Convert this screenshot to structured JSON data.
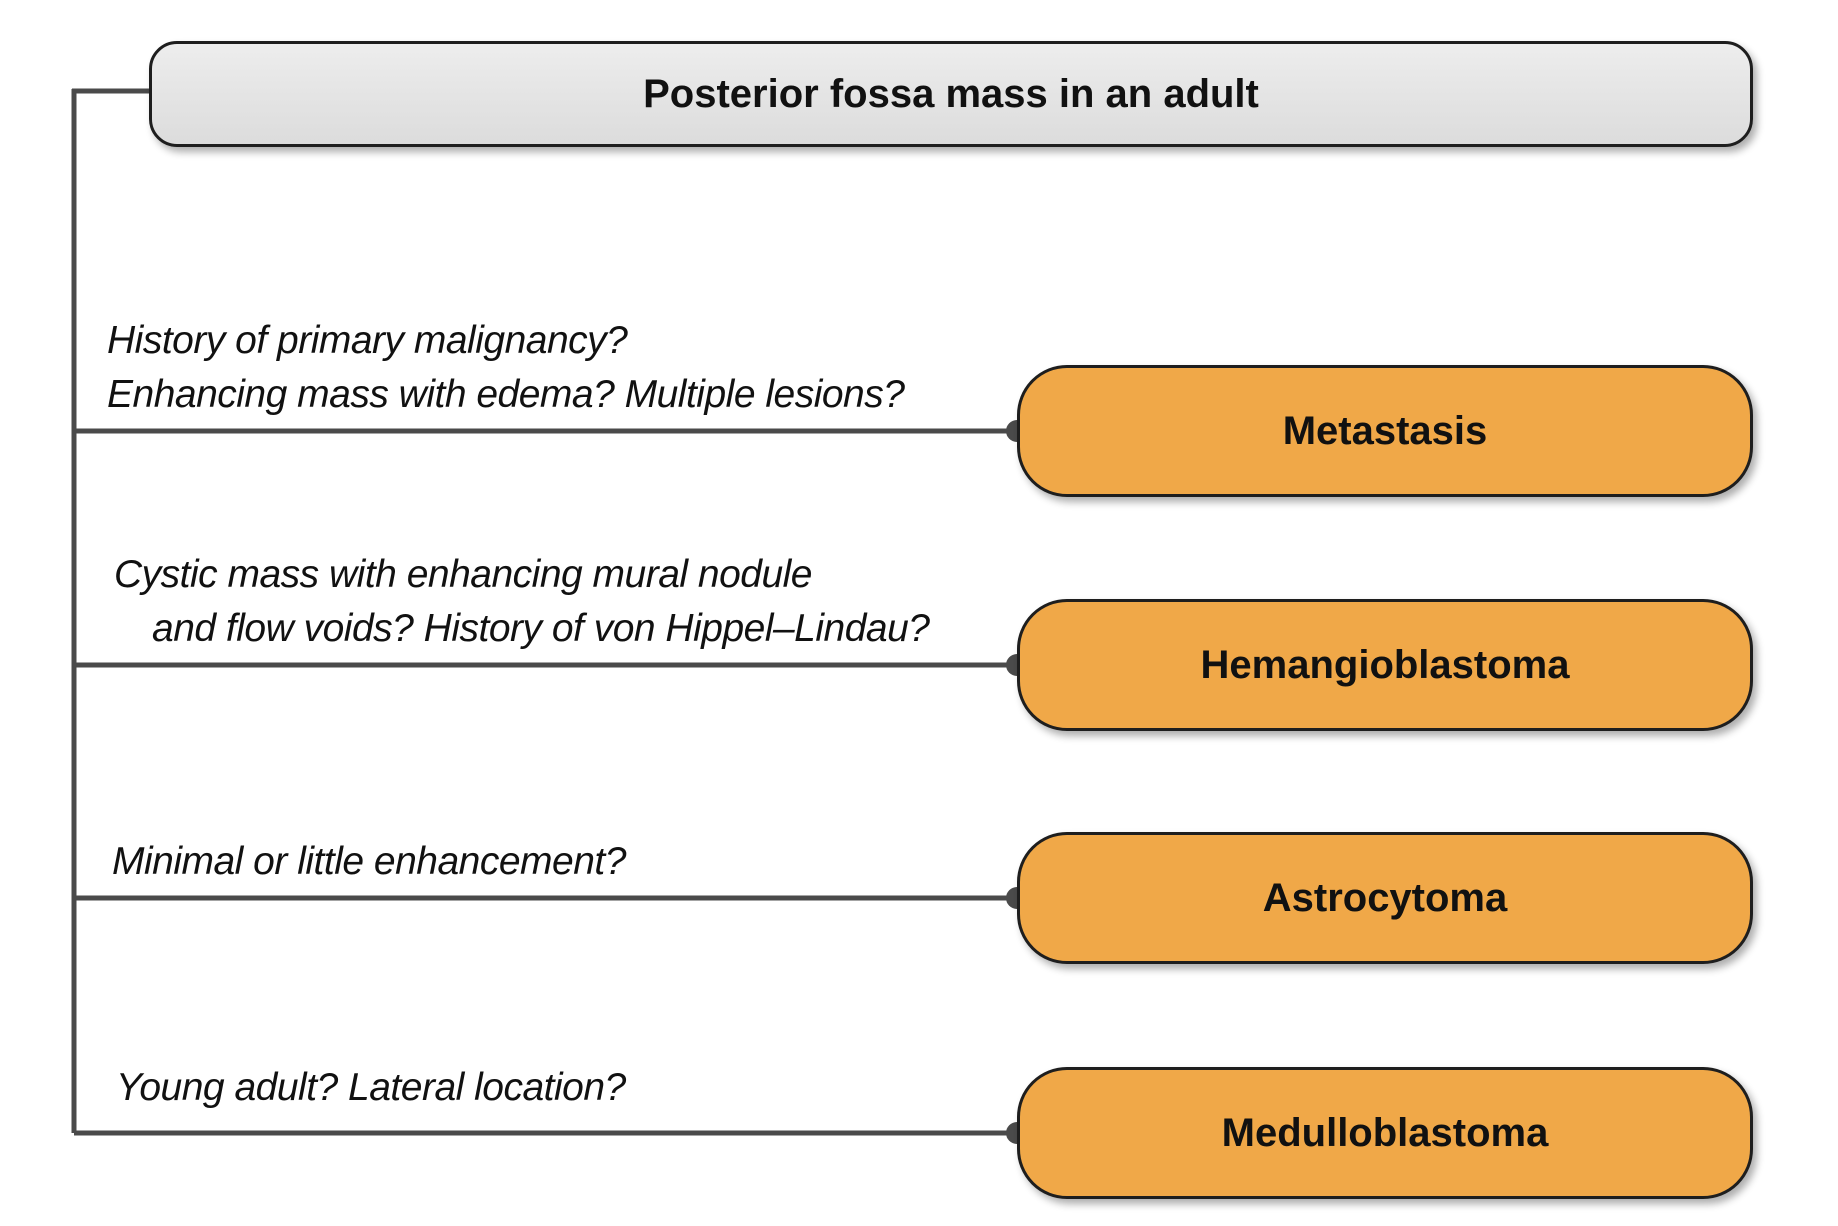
{
  "root": {
    "label": "Posterior fossa mass in an adult"
  },
  "branches": [
    {
      "question_lines": [
        "History of primary malignancy?",
        "Enhancing mass with edema? Multiple lesions?"
      ],
      "outcome": "Metastasis"
    },
    {
      "question_lines": [
        "Cystic mass with enhancing mural nodule",
        "and flow voids? History of von Hippel–Lindau?"
      ],
      "outcome": "Hemangioblastoma"
    },
    {
      "question_lines": [
        "Minimal or little enhancement?"
      ],
      "outcome": "Astrocytoma"
    },
    {
      "question_lines": [
        "Young adult? Lateral location?"
      ],
      "outcome": "Medulloblastoma"
    }
  ],
  "colors": {
    "root_fill": "#e4e4e4",
    "outcome_fill": "#f0a848",
    "connector": "#4a4a4a"
  }
}
